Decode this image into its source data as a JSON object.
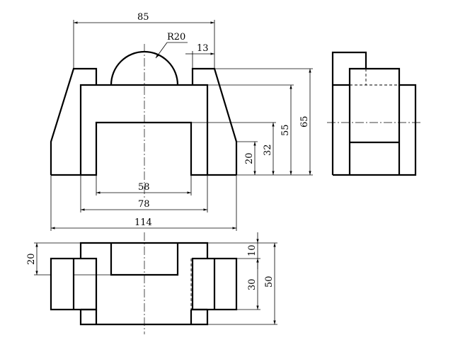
{
  "dimensions": {
    "front_top_width": "85",
    "arc_radius": "R20",
    "top_step": "13",
    "height_20": "20",
    "height_32": "32",
    "height_55": "55",
    "height_65": "65",
    "inner_width": "58",
    "mid_width": "78",
    "overall_width": "114",
    "plan_left_20": "20",
    "plan_10": "10",
    "plan_30": "30",
    "plan_50": "50"
  }
}
